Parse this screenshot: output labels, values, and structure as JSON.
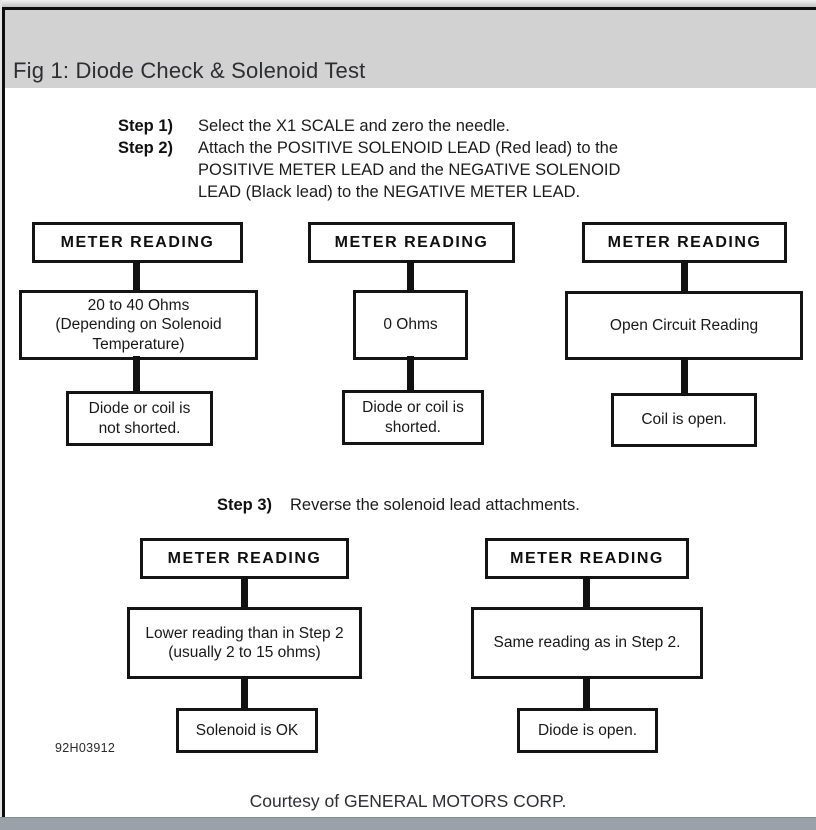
{
  "window": {
    "title": "Fig 1: Diode Check & Solenoid Test",
    "footer": "Courtesy of GENERAL MOTORS CORP.",
    "figure_code": "92H03912"
  },
  "steps": [
    {
      "label": "Step 1)",
      "lines": [
        "Select the X1 SCALE and zero the needle."
      ]
    },
    {
      "label": "Step 2)",
      "lines": [
        "Attach the POSITIVE SOLENOID LEAD (Red lead) to the",
        "POSITIVE METER LEAD and the NEGATIVE SOLENOID",
        "LEAD (Black lead) to the NEGATIVE METER LEAD."
      ]
    },
    {
      "label": "Step 3)",
      "lines": [
        "Reverse the solenoid lead attachments."
      ]
    }
  ],
  "flow_top": {
    "columns": [
      {
        "header": "METER READING",
        "reading": "20 to 40 Ohms\n(Depending on Solenoid\nTemperature)",
        "result": "Diode or coil is\nnot shorted."
      },
      {
        "header": "METER READING",
        "reading": "0 Ohms",
        "result": "Diode or coil is\nshorted."
      },
      {
        "header": "METER READING",
        "reading": "Open Circuit Reading",
        "result": "Coil is open."
      }
    ]
  },
  "flow_bottom": {
    "columns": [
      {
        "header": "METER READING",
        "reading": "Lower reading than in Step 2\n(usually 2 to 15 ohms)",
        "result": "Solenoid is OK"
      },
      {
        "header": "METER READING",
        "reading": "Same reading as in Step 2.",
        "result": "Diode is open."
      }
    ]
  },
  "colors": {
    "titlebar_bg": "#d2d2d2",
    "line_black": "#111111",
    "bottom_bar": "#9ba1a8",
    "page_bg": "#ffffff"
  }
}
